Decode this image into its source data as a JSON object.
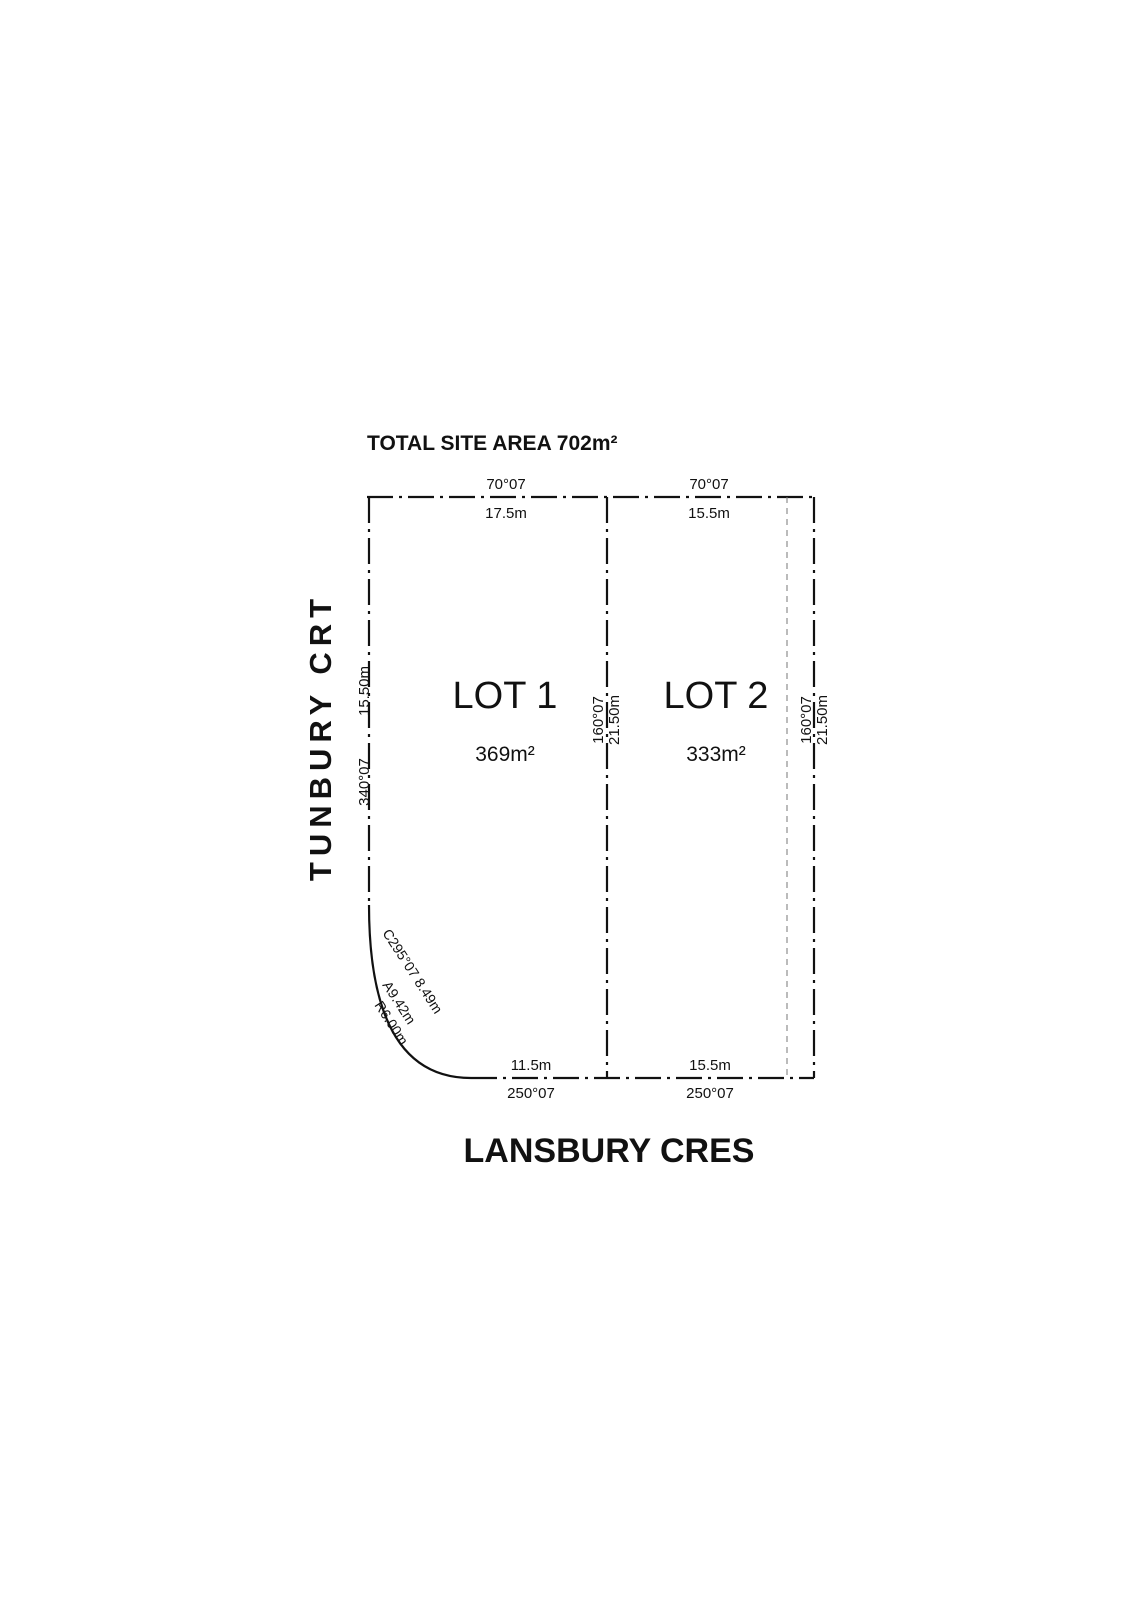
{
  "site": {
    "total_area_label": "TOTAL SITE AREA 702m²"
  },
  "streets": {
    "west": "TUNBURY CRT",
    "south": "LANSBURY CRES"
  },
  "lots": [
    {
      "name": "LOT 1",
      "area": "369m²"
    },
    {
      "name": "LOT 2",
      "area": "333m²"
    }
  ],
  "boundaries": {
    "top_left": {
      "bearing": "70°07",
      "length": "17.5m"
    },
    "top_right": {
      "bearing": "70°07",
      "length": "15.5m"
    },
    "bottom_left": {
      "bearing": "250°07",
      "length": "11.5m"
    },
    "bottom_right": {
      "bearing": "250°07",
      "length": "15.5m"
    },
    "west": {
      "bearing": "340°07",
      "length": "15.50m"
    },
    "middle": {
      "bearing": "160°07",
      "length": "21.50m"
    },
    "east": {
      "bearing": "160°07",
      "length": "21.50m"
    },
    "curve": {
      "chord": "C295°07 8.49m",
      "arc": "A9.42m",
      "radius": "R6.00m"
    }
  }
}
